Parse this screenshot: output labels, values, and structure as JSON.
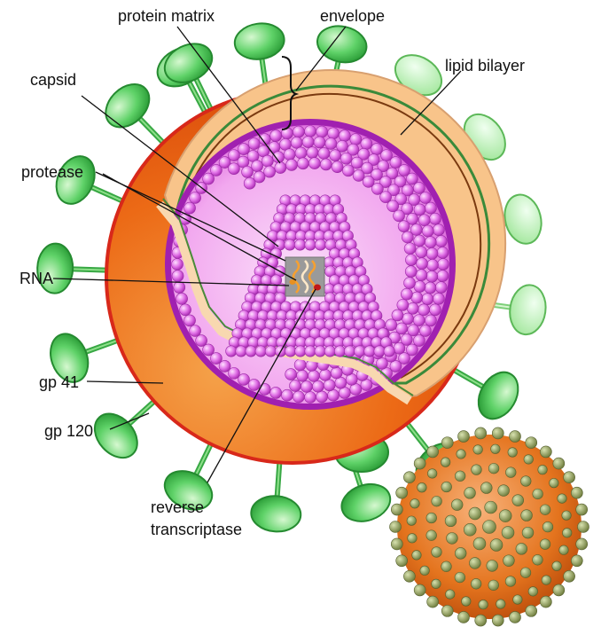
{
  "diagram": {
    "labels": {
      "protein_matrix": "protein matrix",
      "envelope": "envelope",
      "capsid": "capsid",
      "lipid_bilayer": "lipid bilayer",
      "protease": "protease",
      "rna": "RNA",
      "gp41": "gp 41",
      "gp120": "gp 120",
      "reverse_transcriptase_line1": "reverse",
      "reverse_transcriptase_line2": "transcriptase"
    },
    "colors": {
      "spike_fill": "#4fcf5a",
      "spike_light": "#b8f0b0",
      "outer_shell": "#f07a1e",
      "shell_rim": "#d83a10",
      "bilayer": "#f8c48a",
      "matrix_ring": "#a020b0",
      "matrix_sphere": "#e070e8",
      "interior": "#f6b8f2",
      "core_box": "#909090",
      "enzyme_red": "#c01818"
    }
  }
}
